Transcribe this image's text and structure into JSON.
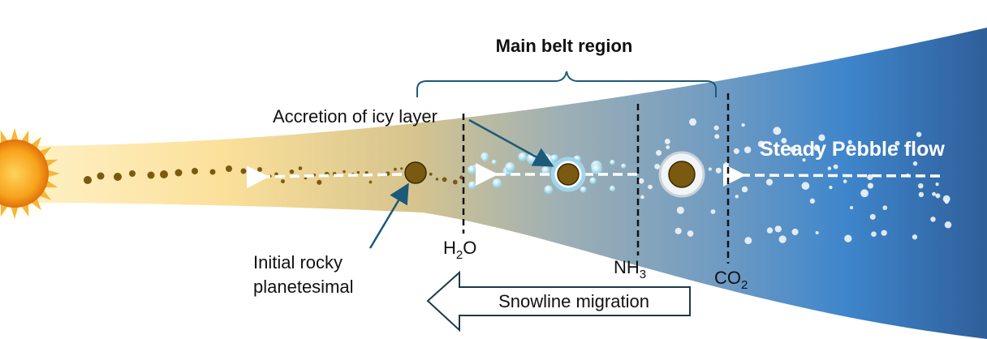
{
  "title": "Main belt region",
  "annotations": {
    "icy_layer": "Accretion of icy layer",
    "rocky_line1": "Initial rocky",
    "rocky_line2": "planetesimal",
    "pebble_flow": "Steady Pebble flow",
    "migration": "Snowline migration"
  },
  "snowlines": [
    {
      "base": "H",
      "sub": "2",
      "tail": "O"
    },
    {
      "base": "NH",
      "sub": "3",
      "tail": ""
    },
    {
      "base": "CO",
      "sub": "2",
      "tail": ""
    }
  ],
  "colors": {
    "sun": "#f7a21b",
    "disk_inner": "#fce3a0",
    "disk_mid": "#8aa7b8",
    "disk_outer": "#2f6ba8",
    "rock": "#7a5a10",
    "ice_ring": "#9fd6ea",
    "pointer": "#1c5a7a"
  },
  "icons": [
    "sun-icon",
    "rocky-planetesimal-icon",
    "icy-planetesimal-icon",
    "arrow-icon"
  ]
}
